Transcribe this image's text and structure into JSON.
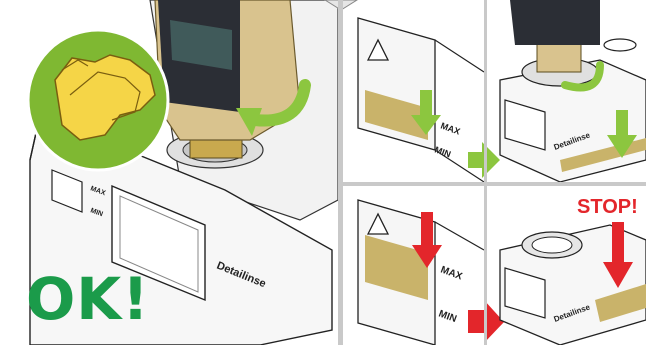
{
  "labels": {
    "ok": "OK!",
    "stop": "STOP!",
    "max": "MAX",
    "min": "MIN",
    "brand": "Detailinse"
  },
  "colors": {
    "ok_green": "#1b9b4a",
    "stop_red": "#e3262b",
    "arrow_green": "#8cc63f",
    "arrow_red": "#e3262b",
    "glove_yellow": "#f5d547",
    "rinse_fill": "#c9b36a",
    "bottle_tan": "#d9c38e"
  },
  "icons": {
    "gloves": "gloves-icon",
    "warning": "warning-triangle-icon",
    "arrow_down": "arrow-down-icon",
    "arrow_right": "arrow-right-icon",
    "arrow_curved": "curved-arrow-icon"
  }
}
